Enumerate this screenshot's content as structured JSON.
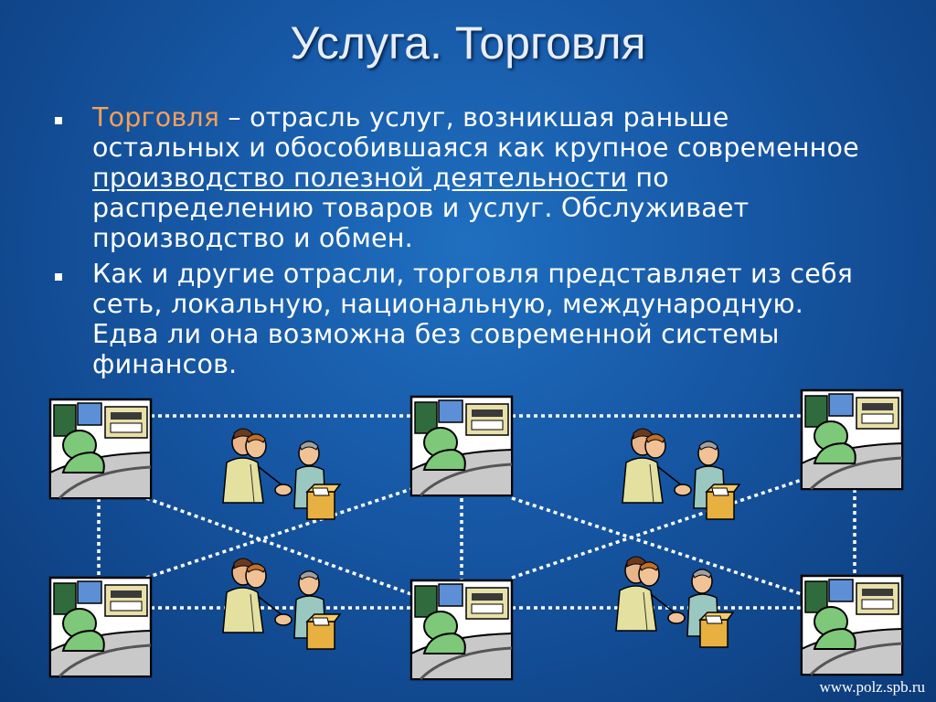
{
  "slide": {
    "title": "Услуга. Торговля",
    "bullet1": {
      "term": "Торговля",
      "text_a": " – отрасль услуг, возникшая раньше остальных и обособившаяся как крупное современное ",
      "link": "производство полезной деятельности",
      "text_b": " по распределению товаров и услуг. Обслуживает производство и обмен."
    },
    "bullet2": {
      "text": "Как и другие отрасли, торговля представляет из себя сеть, локальную, национальную, международную. Едва ли она возможна без современной системы финансов."
    },
    "footer_url": "www.polz.spb.ru"
  },
  "colors": {
    "background": "#1656a3",
    "term": "#f5a05a",
    "text": "#ffffff"
  },
  "icons": [
    "computer-operator-icon",
    "handshake-traders-icon"
  ]
}
